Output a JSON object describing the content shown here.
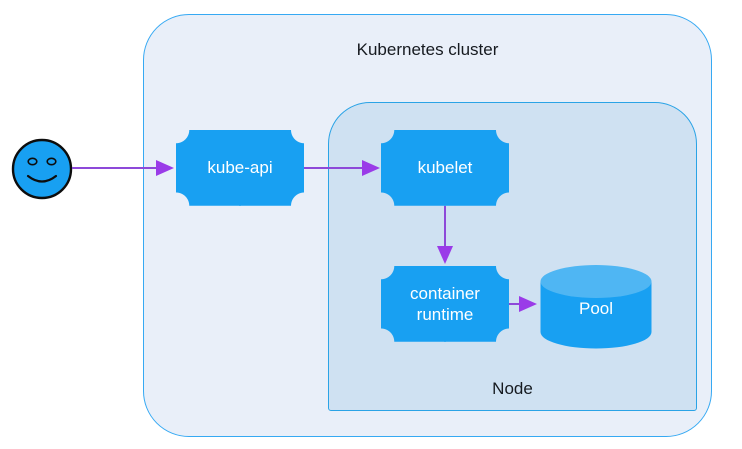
{
  "diagram": {
    "cluster_label": "Kubernetes cluster",
    "node_label": "Node",
    "boxes": {
      "kube_api": "kube-api",
      "kubelet": "kubelet",
      "container_runtime": "container runtime",
      "pool": "Pool"
    },
    "actors": [
      {
        "id": "user",
        "icon": "smiley-face-icon"
      }
    ],
    "edges": [
      {
        "from": "user",
        "to": "kube-api"
      },
      {
        "from": "kube-api",
        "to": "kubelet"
      },
      {
        "from": "kubelet",
        "to": "container-runtime"
      },
      {
        "from": "container-runtime",
        "to": "pool"
      }
    ],
    "colors": {
      "shape_fill": "#18a0f2",
      "cylinder_top_fill": "#4fb6f3",
      "cluster_fill": "#e9eff9",
      "cluster_border": "#36a9f3",
      "node_fill": "#cfe1f2",
      "node_border": "#2aa3e6",
      "arrow": "#8d49d9",
      "arrowhead": "#9a3be8",
      "label_text": "#161a20",
      "box_text": "#ffffff",
      "smiley_outline": "#0d0d0d"
    }
  }
}
